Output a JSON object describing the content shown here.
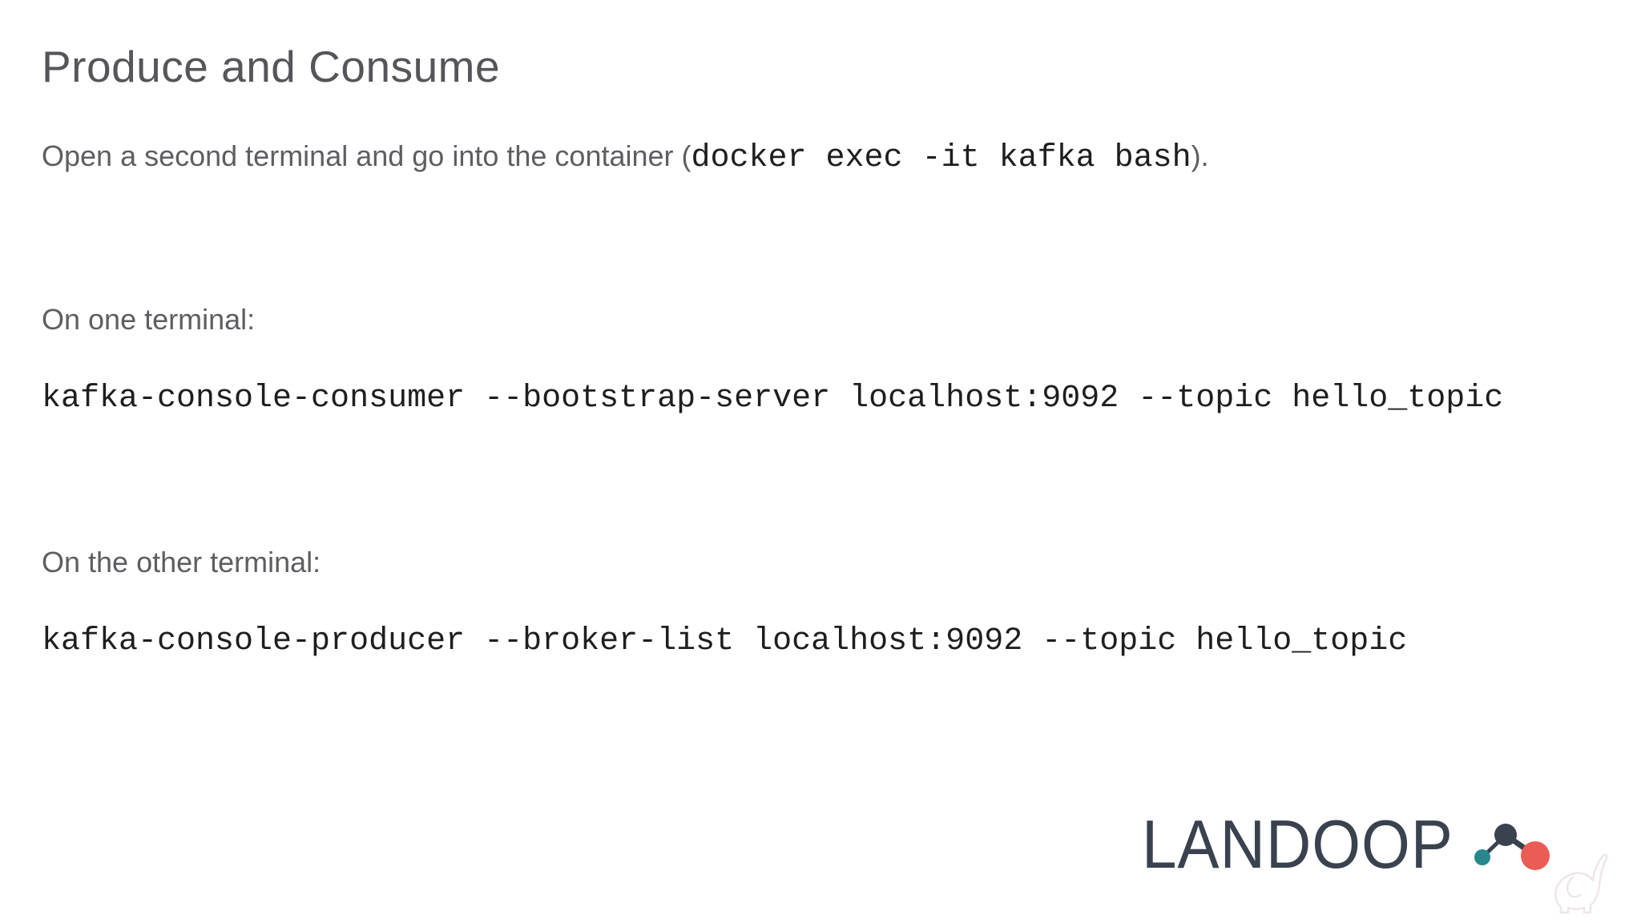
{
  "slide": {
    "title": "Produce and Consume",
    "intro": {
      "before": "Open a second terminal and go into the container (",
      "code": "docker exec -it kafka bash",
      "after": ")."
    },
    "sections": [
      {
        "label": "On one terminal:",
        "command": "kafka-console-consumer --bootstrap-server localhost:9092 --topic hello_topic"
      },
      {
        "label": "On the other terminal:",
        "command": "kafka-console-producer --broker-list localhost:9092 --topic hello_topic"
      }
    ],
    "brand": {
      "name": "LANDOOP",
      "colors": {
        "dark": "#39424e",
        "teal": "#27878c",
        "red": "#ea5c55",
        "watermark": "#efe6e8"
      }
    }
  }
}
